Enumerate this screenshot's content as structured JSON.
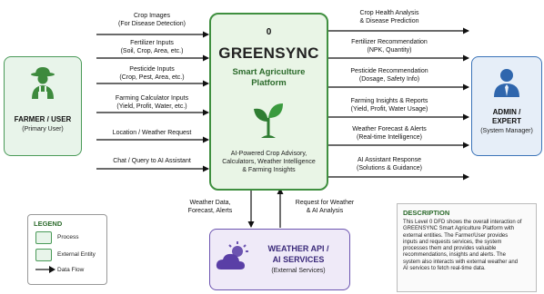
{
  "process": {
    "number": "0",
    "title": "GREENSYNC",
    "subtitle_line1": "Smart Agriculture",
    "subtitle_line2": "Platform",
    "desc_line1": "AI-Powered Crop Advisory,",
    "desc_line2": "Calculators, Weather Intelligence",
    "desc_line3": "& Farming Insights",
    "icon": "sprout-icon"
  },
  "farmer": {
    "title": "FARMER / USER",
    "subtitle": "(Primary User)",
    "icon": "farmer-icon"
  },
  "admin": {
    "title_line1": "ADMIN /",
    "title_line2": "EXPERT",
    "subtitle": "(System Manager)",
    "icon": "person-icon"
  },
  "weather": {
    "title_line1": "WEATHER API /",
    "title_line2": "AI SERVICES",
    "subtitle": "(External Services)",
    "icon": "weather-icon"
  },
  "inputs": [
    {
      "line1": "Crop Images",
      "line2": "(For Disease Detection)"
    },
    {
      "line1": "Fertilizer Inputs",
      "line2": "(Soil, Crop, Area, etc.)"
    },
    {
      "line1": "Pesticide Inputs",
      "line2": "(Crop, Pest, Area, etc.)"
    },
    {
      "line1": "Farming Calculator Inputs",
      "line2": "(Yield, Profit, Water, etc.)"
    },
    {
      "line1": "Location / Weather Request",
      "line2": ""
    },
    {
      "line1": "Chat / Query to AI Assistant",
      "line2": ""
    }
  ],
  "outputs": [
    {
      "line1": "Crop Health Analysis",
      "line2": "& Disease Prediction"
    },
    {
      "line1": "Fertilizer Recommendation",
      "line2": "(NPK, Quantity)"
    },
    {
      "line1": "Pesticide Recommendation",
      "line2": "(Dosage, Safety Info)"
    },
    {
      "line1": "Farming Insights & Reports",
      "line2": "(Yield, Profit, Water Usage)"
    },
    {
      "line1": "Weather Forecast & Alerts",
      "line2": "(Real-time Intelligence)"
    },
    {
      "line1": "AI Assistant Response",
      "line2": "(Solutions & Guidance)"
    }
  ],
  "weather_flows": {
    "down_line1": "Weather Data,",
    "down_line2": "Forecast, Alerts",
    "up_line1": "Request for Weather",
    "up_line2": "& AI Analysis"
  },
  "legend": {
    "title": "LEGEND",
    "process_label": "Process",
    "entity_label": "External Entity",
    "flow_label": "Data Flow"
  },
  "description": {
    "title": "DESCRIPTION",
    "lines": [
      "This Level 0 DFD shows the overall interaction of",
      "GREENSYNC Smart Agriculture Platform with",
      "external entities.  The Farmer/User provides",
      "inputs and requests services, the system",
      "processes them and provides valuable",
      "recommendations, insights and alerts.  The",
      "system also interacts with external weather and",
      "AI services to fetch real-time data."
    ]
  },
  "colors": {
    "process_border": "#3f8f3f",
    "farmer_border": "#4a9a58",
    "admin_border": "#3a73b8",
    "weather_border": "#6c54b0"
  }
}
